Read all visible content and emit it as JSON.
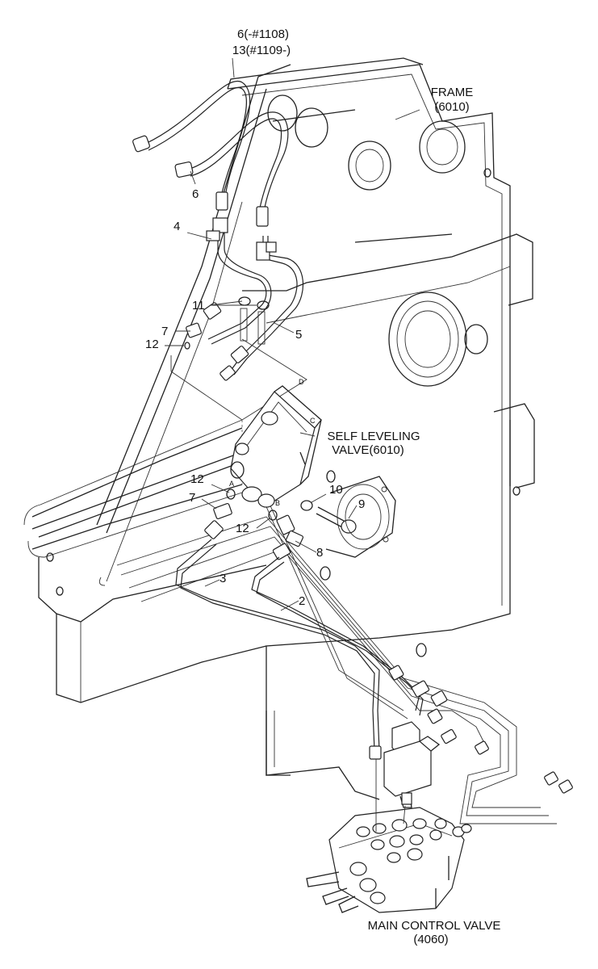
{
  "callouts": {
    "hose_top_line1": "6(-#1108)",
    "hose_top_line2": "13(#1109-)",
    "frame_line1": "FRAME",
    "frame_line2": "(6010)",
    "self_leveling_line1": "SELF LEVELING",
    "self_leveling_line2": "VALVE(6010)",
    "main_control_line1": "MAIN CONTROL VALVE",
    "main_control_line2": "(4060)",
    "part_6": "6",
    "part_4": "4",
    "part_11": "11",
    "part_7_upper": "7",
    "part_12_upper": "12",
    "part_5": "5",
    "part_12_port_a": "12",
    "part_7_lower": "7",
    "part_10": "10",
    "part_9": "9",
    "part_12_port_b": "12",
    "part_8": "8",
    "part_3": "3",
    "part_2": "2"
  },
  "port_markers": {
    "port_a": "A",
    "port_b": "B",
    "port_c": "C",
    "port_d": "D"
  }
}
